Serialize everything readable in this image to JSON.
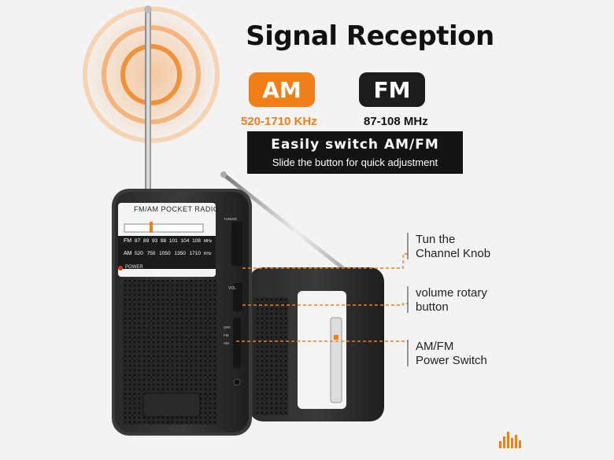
{
  "headline": "Signal Reception",
  "bands": {
    "am": {
      "label": "AM",
      "range": "520-1710 KHz"
    },
    "fm": {
      "label": "FM",
      "range": "87-108 MHz"
    }
  },
  "banner": {
    "title": "Easily switch AM/FM",
    "subtitle": "Slide the button for quick adjustment"
  },
  "callouts": [
    {
      "line1": "Tun the",
      "line2": "Channel Knob"
    },
    {
      "line1": "volume rotary",
      "line2": "button"
    },
    {
      "line1": "AM/FM",
      "line2": "Power Switch"
    }
  ],
  "radio": {
    "brand_label": "FM/AM POCKET RADIO",
    "fm_row_label": "FM",
    "am_row_label": "AM",
    "fm_freqs": [
      "87",
      "89",
      "93",
      "98",
      "101",
      "104",
      "108"
    ],
    "fm_unit": "MHz",
    "am_freqs": [
      "520",
      "750",
      "1050",
      "1350",
      "1710"
    ],
    "am_unit": "KHz",
    "power_label": "POWER",
    "tuning_label": "TUNING",
    "vol_label": "VOL",
    "switch_labels": [
      "OFF",
      "FM",
      "AM"
    ]
  },
  "colors": {
    "accent": "#f07f17",
    "dark": "#1c1c1c"
  },
  "icons": [
    "signal-waves-icon",
    "sound-bars-logo-icon"
  ]
}
